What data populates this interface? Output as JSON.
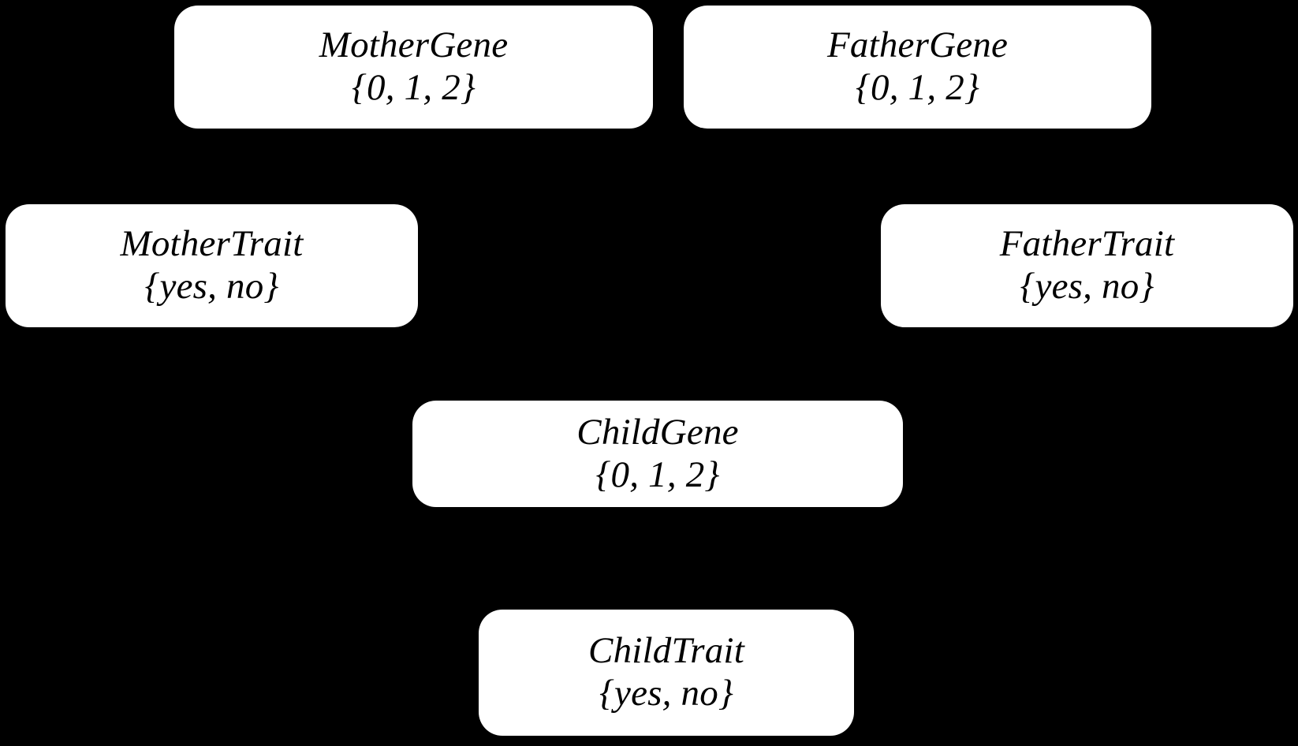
{
  "diagram": {
    "type": "bayesian-network",
    "background_color": "#000000",
    "node_fill_color": "#ffffff",
    "node_text_color": "#000000",
    "nodes": [
      {
        "id": "mother-gene",
        "label": "MotherGene",
        "domain": "{0, 1, 2}",
        "domain_values": [
          "0",
          "1",
          "2"
        ]
      },
      {
        "id": "father-gene",
        "label": "FatherGene",
        "domain": "{0, 1, 2}",
        "domain_values": [
          "0",
          "1",
          "2"
        ]
      },
      {
        "id": "mother-trait",
        "label": "MotherTrait",
        "domain": "{yes, no}",
        "domain_values": [
          "yes",
          "no"
        ]
      },
      {
        "id": "father-trait",
        "label": "FatherTrait",
        "domain": "{yes, no}",
        "domain_values": [
          "yes",
          "no"
        ]
      },
      {
        "id": "child-gene",
        "label": "ChildGene",
        "domain": "{0, 1, 2}",
        "domain_values": [
          "0",
          "1",
          "2"
        ]
      },
      {
        "id": "child-trait",
        "label": "ChildTrait",
        "domain": "{yes, no}",
        "domain_values": [
          "yes",
          "no"
        ]
      }
    ]
  }
}
